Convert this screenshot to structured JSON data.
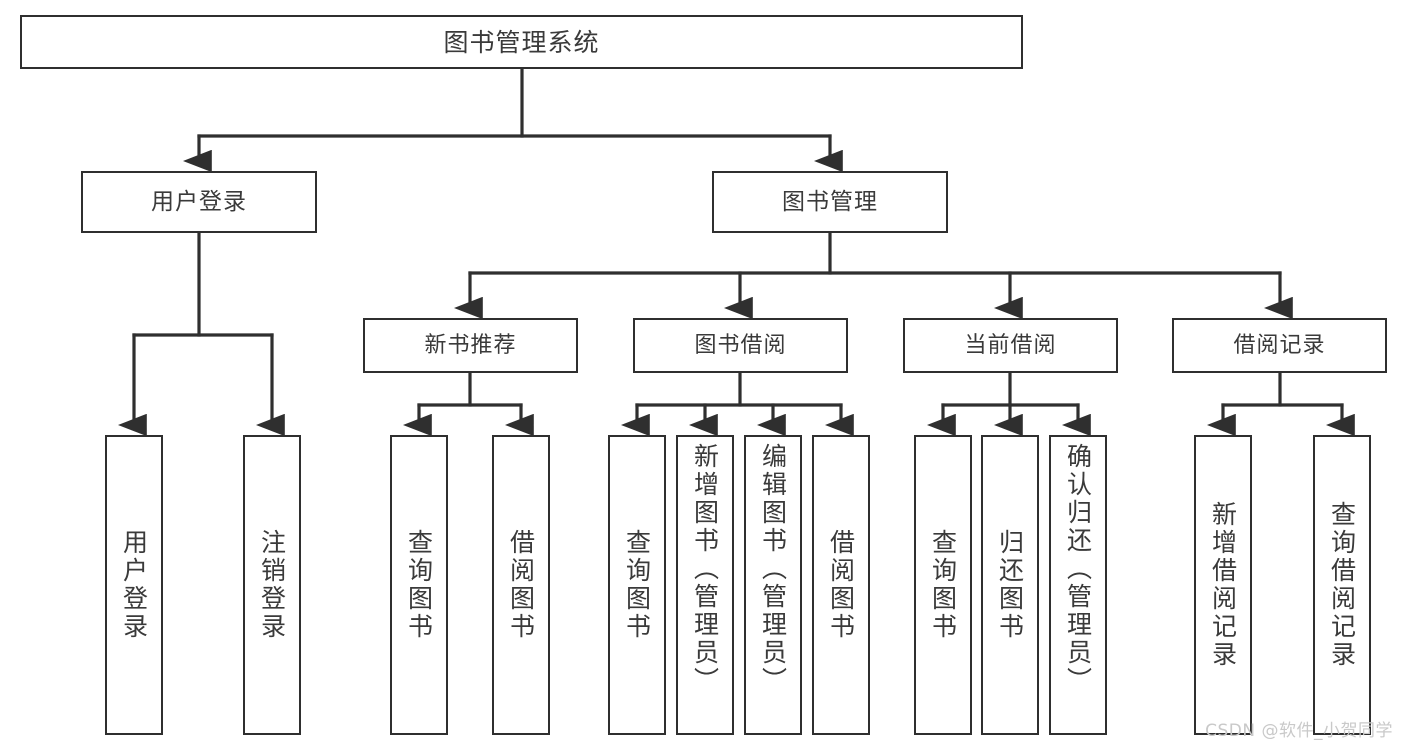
{
  "diagram": {
    "title_node": {
      "label": "图书管理系统"
    },
    "level1": [
      {
        "id": "user-login",
        "label": "用户登录"
      },
      {
        "id": "book-manage",
        "label": "图书管理"
      }
    ],
    "level2": [
      {
        "id": "new-book-recommend",
        "label": "新书推荐"
      },
      {
        "id": "book-borrow",
        "label": "图书借阅"
      },
      {
        "id": "current-borrow",
        "label": "当前借阅"
      },
      {
        "id": "borrow-record",
        "label": "借阅记录"
      }
    ],
    "leaves": {
      "user_login": [
        {
          "id": "leaf-user-login",
          "label": "用户登录"
        },
        {
          "id": "leaf-logout-login",
          "label": "注销登录"
        }
      ],
      "new_book_recommend": [
        {
          "id": "leaf-query-book-1",
          "label": "查询图书"
        },
        {
          "id": "leaf-borrow-book-1",
          "label": "借阅图书"
        }
      ],
      "book_borrow": [
        {
          "id": "leaf-query-book-2",
          "label": "查询图书"
        },
        {
          "id": "leaf-add-book-admin",
          "label": "新增图书（管理员）"
        },
        {
          "id": "leaf-edit-book-admin",
          "label": "编辑图书（管理员）"
        },
        {
          "id": "leaf-borrow-book-2",
          "label": "借阅图书"
        }
      ],
      "current_borrow": [
        {
          "id": "leaf-query-book-3",
          "label": "查询图书"
        },
        {
          "id": "leaf-return-book",
          "label": "归还图书"
        },
        {
          "id": "leaf-confirm-return-admin",
          "label": "确认归还（管理员）"
        }
      ],
      "borrow_record": [
        {
          "id": "leaf-add-borrow-record",
          "label": "新增借阅记录"
        },
        {
          "id": "leaf-query-borrow-record",
          "label": "查询借阅记录"
        }
      ]
    },
    "watermark": {
      "text": "CSDN @软件_小贺同学"
    },
    "colors": {
      "stroke": "#2f2f2f",
      "text": "#3a3a3a",
      "background": "#ffffff",
      "watermark": "#c9c9c9"
    }
  }
}
